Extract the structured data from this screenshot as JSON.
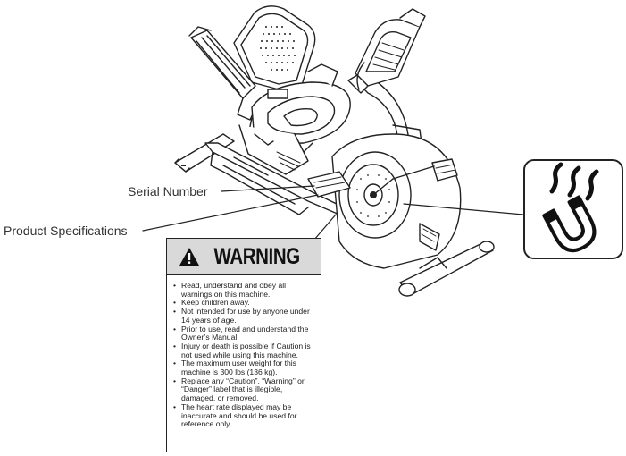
{
  "callouts": {
    "serial_number": "Serial Number",
    "product_specifications": "Product Specifications"
  },
  "warning_label": {
    "title": "WARNING",
    "items": [
      "Read, understand and obey all warnings on this machine.",
      "Keep children away.",
      "Not intended for use by anyone under 14 years of age.",
      "Prior to use, read and understand the Owner’s Manual.",
      "Injury or death is possible if Caution is not used while using this machine.",
      "The maximum user weight for this machine is 300 lbs (136 kg).",
      "Replace any “Caution”, “Warning” or “Danger” label that is illegible, damaged, or removed.",
      "The heart rate displayed may be inaccurate and should be used for reference only."
    ]
  },
  "icons": {
    "warning_symbol": "warning-triangle-icon",
    "magnet_symbol": "magnet-icon"
  }
}
